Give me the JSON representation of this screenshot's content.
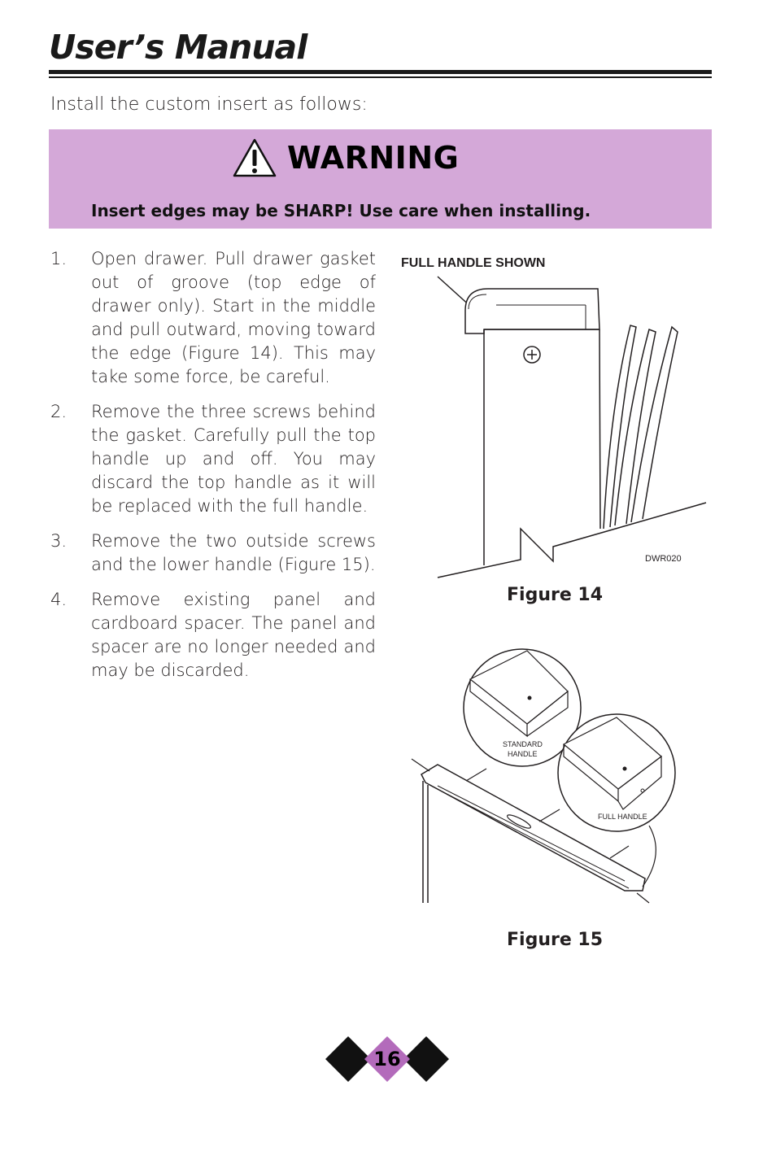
{
  "header": {
    "title": "User’s Manual"
  },
  "intro": "Install the custom insert as follows:",
  "warning": {
    "title": "WARNING",
    "message": "Insert edges may be SHARP! Use care when installing.",
    "box_color": "#d4a8d8",
    "icon": "warning-triangle-icon"
  },
  "steps": [
    {
      "num": "1.",
      "text": "Open drawer. Pull drawer gasket out of groove (top edge of drawer only). Start in the middle and pull outward, moving toward the edge (Figure 14). This may take some force, be careful."
    },
    {
      "num": "2.",
      "text": "Remove the three screws behind the gasket. Carefully pull the top handle up and off. You may discard the top handle as it will be replaced with the full handle."
    },
    {
      "num": "3.",
      "text": "Remove the two outside screws and the lower handle (Figure 15)."
    },
    {
      "num": "4.",
      "text": "Remove existing panel and cardboard spacer. The panel and spacer are no longer needed and may be discarded."
    }
  ],
  "figure14": {
    "label_top": "FULL HANDLE SHOWN",
    "code": "DWR020",
    "caption": "Figure 14"
  },
  "figure15": {
    "standard_handle_line1": "STANDARD",
    "standard_handle_line2": "HANDLE",
    "full_handle": "FULL HANDLE",
    "caption": "Figure 15"
  },
  "footer": {
    "page_number": "16",
    "accent_color": "#b36bbb"
  }
}
